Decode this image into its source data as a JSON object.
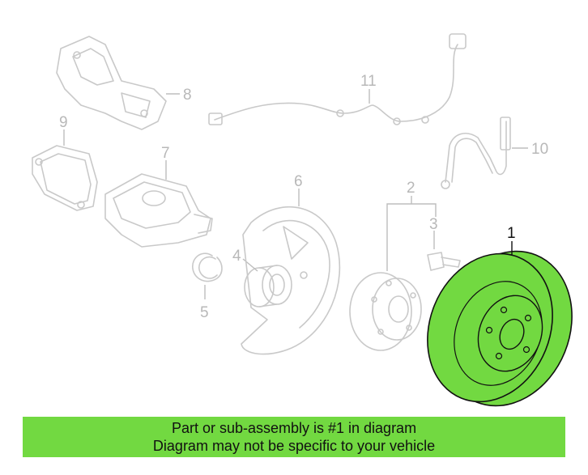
{
  "callouts": {
    "c1": "1",
    "c2": "2",
    "c3": "3",
    "c4": "4",
    "c5": "5",
    "c6": "6",
    "c7": "7",
    "c8": "8",
    "c9": "9",
    "c10": "10",
    "c11": "11"
  },
  "highlight_color": "#72d941",
  "banner": {
    "line1": "Part or sub-assembly is #1 in diagram",
    "line2": "Diagram may not be specific to your vehicle"
  }
}
